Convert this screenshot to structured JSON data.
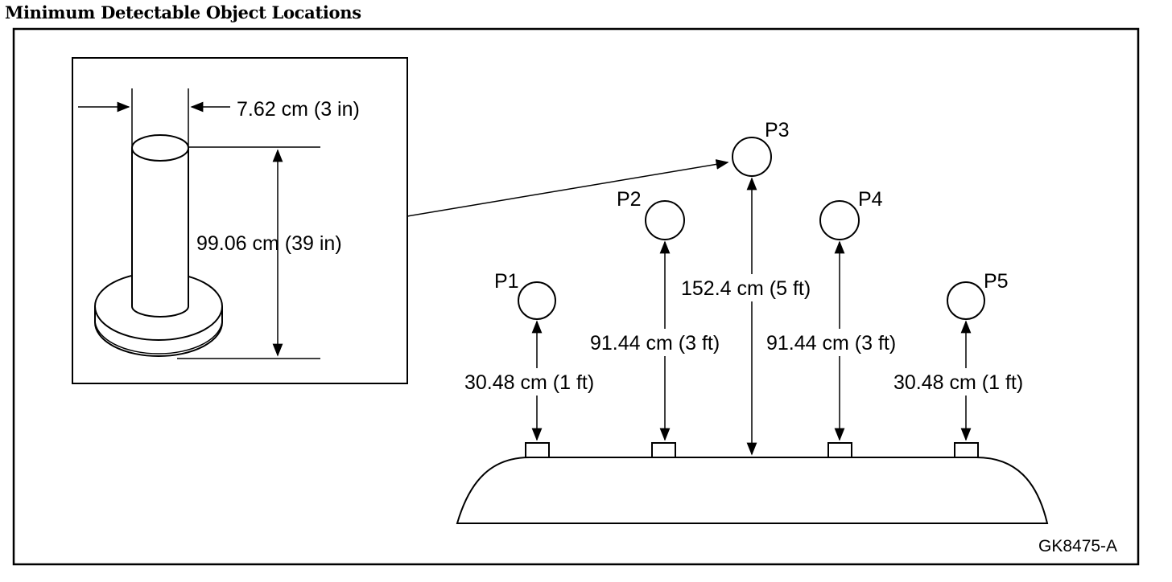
{
  "title": "Minimum Detectable Object Locations",
  "inset": {
    "diameter_label": "7.62 cm (3 in)",
    "height_label": "99.06 cm (39 in)"
  },
  "positions": [
    {
      "label": "P1",
      "distance": "30.48 cm (1 ft)"
    },
    {
      "label": "P2",
      "distance": "91.44 cm (3 ft)"
    },
    {
      "label": "P3",
      "distance": "152.4 cm (5 ft)"
    },
    {
      "label": "P4",
      "distance": "91.44 cm (3 ft)"
    },
    {
      "label": "P5",
      "distance": "30.48 cm (1 ft)"
    }
  ],
  "figure_id": "GK8475-A"
}
